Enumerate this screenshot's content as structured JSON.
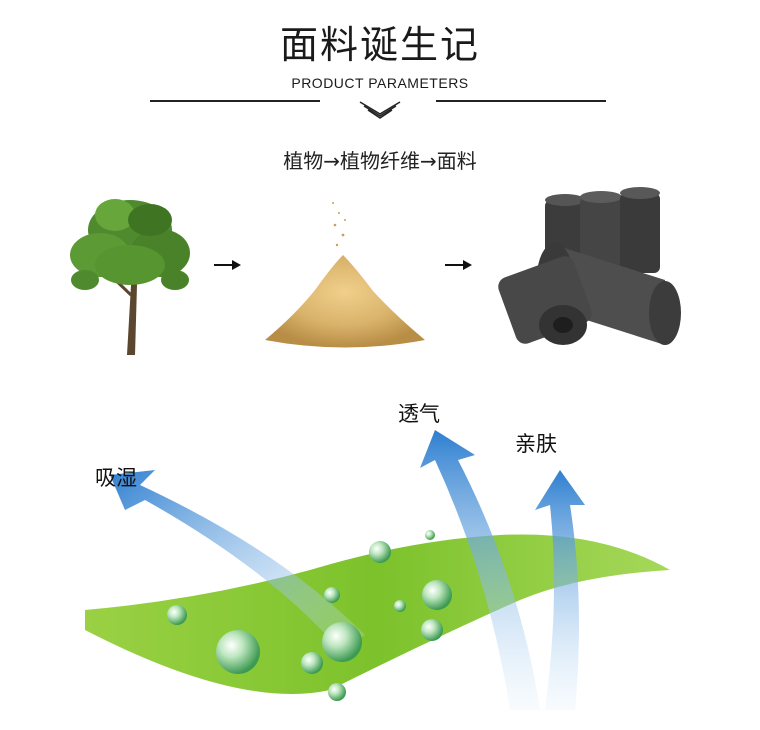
{
  "header": {
    "title": "面料诞生记",
    "subtitle": "PRODUCT PARAMETERS"
  },
  "process": {
    "text": "植物→植物纤维→面料"
  },
  "features": {
    "absorb": "吸湿",
    "breathable": "透气",
    "skin_friendly": "亲肤"
  },
  "colors": {
    "tree_green": "#4f8a2f",
    "sawdust": "#d9b26a",
    "yarn": "#4a4a4a",
    "fabric_green": "#8ccc3a",
    "arrow_blue": "#3a86d4"
  },
  "icons": [
    "tree-icon",
    "sawdust-pile-icon",
    "yarn-spools-icon",
    "fabric-wave-icon",
    "water-droplet-icon",
    "arrow-right-icon"
  ]
}
